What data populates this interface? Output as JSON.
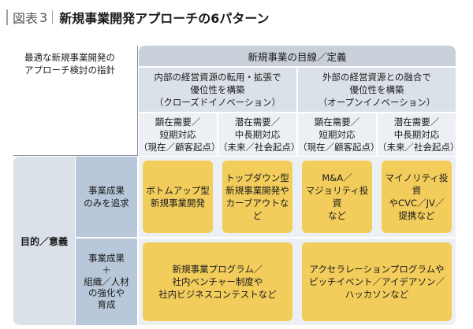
{
  "title": {
    "prefix": "図表",
    "number": "3",
    "text": "新規事業開発アプローチの6パターン"
  },
  "corner_label": [
    "最適な新規事業開発の",
    "アプローチ検討の指針"
  ],
  "header": {
    "top": "新規事業の目線／定義",
    "groups": [
      {
        "lines": [
          "内部の経営資源の転用・拡張で",
          "優位性を構築",
          "（クローズドイノベーション）"
        ]
      },
      {
        "lines": [
          "外部の経営資源との融合で",
          "優位性を構築",
          "（オープンイノベーション）"
        ]
      }
    ],
    "subs": [
      {
        "lines": [
          "顕在需要／",
          "短期対応",
          "（現在／顧客起点）"
        ]
      },
      {
        "lines": [
          "潜在需要／",
          "中長期対応",
          "（未来／社会起点）"
        ]
      },
      {
        "lines": [
          "顕在需要／",
          "短期対応",
          "（現在／顧客起点）"
        ]
      },
      {
        "lines": [
          "潜在需要／",
          "中長期対応",
          "（未来／社会起点）"
        ]
      }
    ]
  },
  "rows": {
    "main_label": "目的／意義",
    "labels": [
      {
        "lines": [
          "事業成果",
          "のみを追求"
        ]
      },
      {
        "lines": [
          "事業成果",
          "＋",
          "組織／人材",
          "の強化や",
          "育成"
        ]
      }
    ]
  },
  "cells": {
    "row1": [
      {
        "lines": [
          "ボトムアップ型",
          "新規事業開発"
        ]
      },
      {
        "lines": [
          "トップダウン型",
          "新規事業開発や",
          "カーブアウトなど"
        ]
      },
      {
        "lines": [
          "M&A／",
          "マジョリティ投資",
          "など"
        ]
      },
      {
        "lines": [
          "マイノリティ投資",
          "やCVC／JV／",
          "提携など"
        ]
      }
    ],
    "row2": [
      {
        "lines": [
          "新規事業プログラム／",
          "社内ベンチャー制度や",
          "社内ビジネスコンテストなど"
        ]
      },
      {
        "lines": [
          "アクセラレーションプログラムや",
          "ピッチイベント／アイデアソン／",
          "ハッカソンなど"
        ]
      }
    ]
  }
}
